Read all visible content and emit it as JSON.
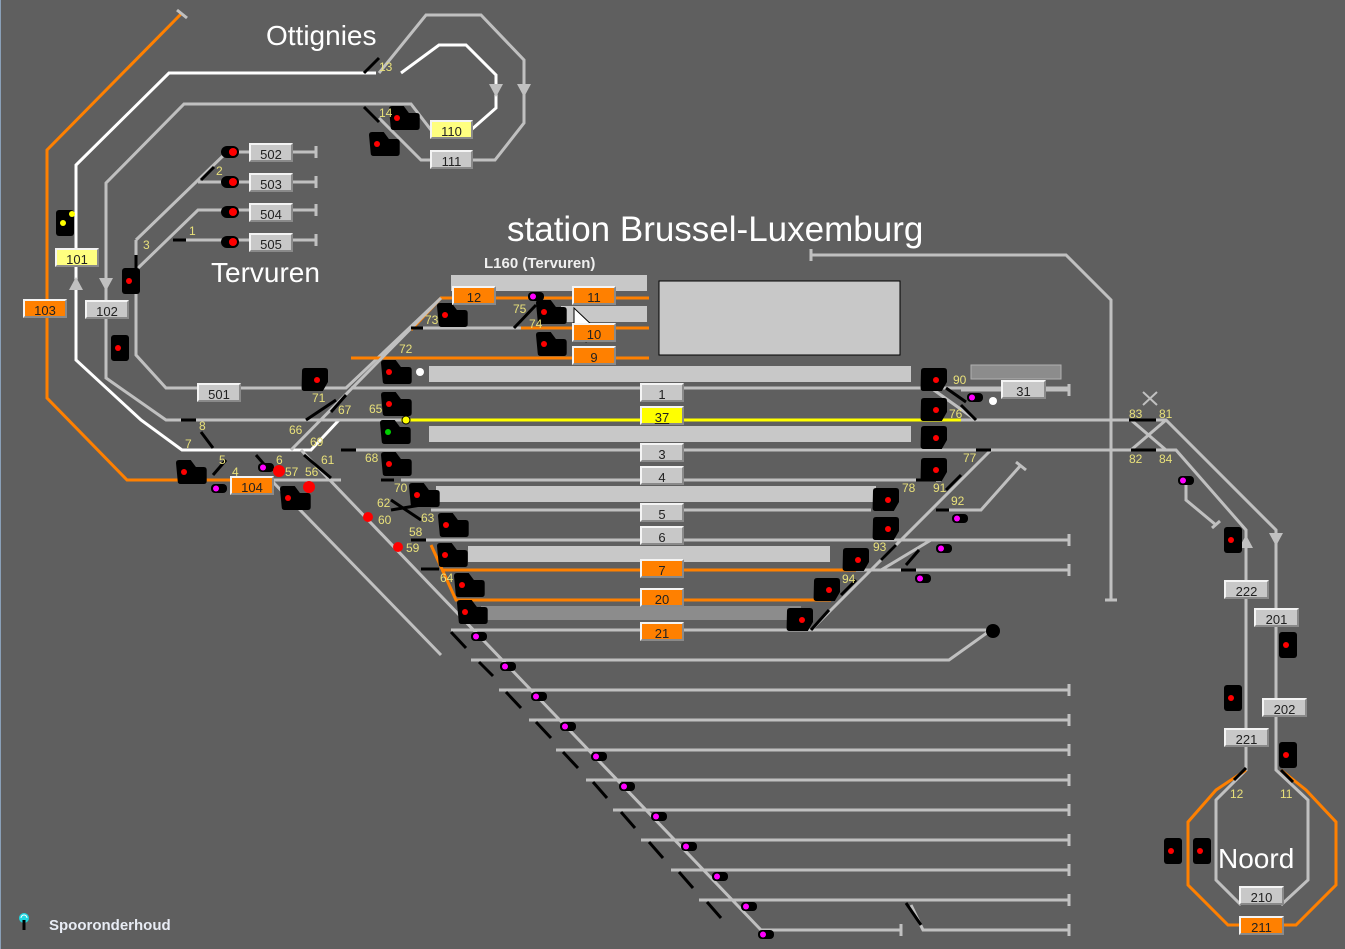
{
  "labels": {
    "ottignies": "Ottignies",
    "tervuren": "Tervuren",
    "station_title": "station Brussel-Luxemburg",
    "l160": "L160 (Tervuren)",
    "noord": "Noord"
  },
  "footer": {
    "icon": "maintenance-beacon-icon",
    "label": "Spooronderhoud"
  },
  "colors": {
    "background": "#5f5f5f",
    "track_idle": "#c0c0c0",
    "track_route": "#ffffff",
    "track_reserved": "#ff8000",
    "track_occupied": "#ffff00",
    "signal_red": "#ff0000",
    "signal_green": "#00d000",
    "signal_yellow": "#ffff00",
    "shunt_magenta": "#ff00ff"
  },
  "blocks": [
    {
      "id": "110",
      "state": "yellow"
    },
    {
      "id": "111",
      "state": "grey"
    },
    {
      "id": "502",
      "state": "grey"
    },
    {
      "id": "503",
      "state": "grey"
    },
    {
      "id": "504",
      "state": "grey"
    },
    {
      "id": "505",
      "state": "grey"
    },
    {
      "id": "101",
      "state": "yellow"
    },
    {
      "id": "102",
      "state": "grey"
    },
    {
      "id": "103",
      "state": "orange"
    },
    {
      "id": "501",
      "state": "grey"
    },
    {
      "id": "104",
      "state": "orange"
    },
    {
      "id": "12",
      "state": "orange"
    },
    {
      "id": "11",
      "state": "orange"
    },
    {
      "id": "10",
      "state": "orange"
    },
    {
      "id": "9",
      "state": "orange"
    },
    {
      "id": "1",
      "state": "grey"
    },
    {
      "id": "37",
      "state": "occupied"
    },
    {
      "id": "3",
      "state": "grey"
    },
    {
      "id": "4",
      "state": "grey"
    },
    {
      "id": "5",
      "state": "grey"
    },
    {
      "id": "6",
      "state": "grey"
    },
    {
      "id": "7",
      "state": "orange"
    },
    {
      "id": "20",
      "state": "orange"
    },
    {
      "id": "21",
      "state": "orange"
    },
    {
      "id": "31",
      "state": "grey"
    },
    {
      "id": "222",
      "state": "grey"
    },
    {
      "id": "201",
      "state": "grey"
    },
    {
      "id": "202",
      "state": "grey"
    },
    {
      "id": "221",
      "state": "grey"
    },
    {
      "id": "210",
      "state": "grey"
    },
    {
      "id": "211",
      "state": "orange"
    }
  ],
  "switch_numbers": [
    "13",
    "14",
    "2",
    "1",
    "3",
    "8",
    "7",
    "5",
    "4",
    "6",
    "57",
    "56",
    "61",
    "66",
    "67",
    "69",
    "71",
    "65",
    "68",
    "70",
    "62",
    "60",
    "58",
    "59",
    "63",
    "64",
    "72",
    "73",
    "75",
    "74",
    "90",
    "76",
    "77",
    "78",
    "91",
    "92",
    "93",
    "94",
    "83",
    "81",
    "82",
    "84",
    "12",
    "11"
  ]
}
